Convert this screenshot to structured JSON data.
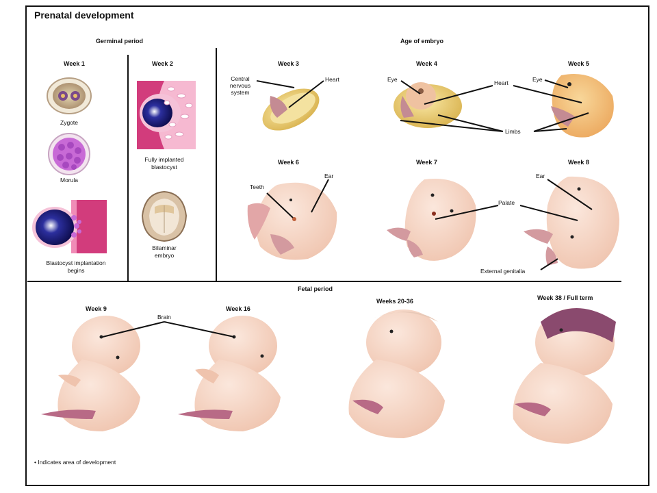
{
  "title": "Prenatal development",
  "sections": {
    "germinal": "Germinal period",
    "embryo": "Age of embryo",
    "fetal": "Fetal period"
  },
  "germinal": {
    "week1": "Week 1",
    "week2": "Week 2",
    "zygote": "Zygote",
    "morula": "Morula",
    "blastocyst_line1": "Blastocyst implantation",
    "blastocyst_line2": "begins",
    "implanted_line1": "Fully implanted",
    "implanted_line2": "blastocyst",
    "bilaminar_line1": "Bilaminar",
    "bilaminar_line2": "embryo"
  },
  "embryo": {
    "week3": "Week 3",
    "week4": "Week 4",
    "week5": "Week 5",
    "week6": "Week 6",
    "week7": "Week 7",
    "week8": "Week 8",
    "cns_line1": "Central",
    "cns_line2": "nervous",
    "cns_line3": "system",
    "heart3": "Heart",
    "eye4": "Eye",
    "heart45": "Heart",
    "eye5": "Eye",
    "limbs": "Limbs",
    "teeth": "Teeth",
    "ear6": "Ear",
    "palate": "Palate",
    "ear8": "Ear",
    "genitalia": "External genitalia"
  },
  "fetal": {
    "week9": "Week 9",
    "week16": "Week 16",
    "week20": "Weeks 20-36",
    "week38": "Week 38 / Full term",
    "brain": "Brain"
  },
  "footnote": "• Indicates area of development",
  "colors": {
    "skin": "#f6d6c6",
    "skin_shade": "#e9b49e",
    "cord": "#b86a86",
    "yolk": "#e8c650",
    "blastocyst": "#1b1a7a",
    "uterine": "#d23c7c",
    "morula": "#c86ad6",
    "hair": "#8a4a6e"
  }
}
